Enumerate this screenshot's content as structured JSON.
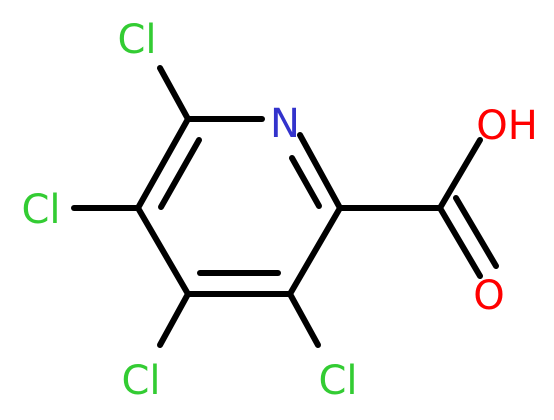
{
  "molecule": {
    "atoms": [
      {
        "id": "cl-6",
        "label": "Cl",
        "color": "#33cc33"
      },
      {
        "id": "n-1",
        "label": "N",
        "color": "#3333cc"
      },
      {
        "id": "o-hydroxyl",
        "label": "OH",
        "color": "#ff0000"
      },
      {
        "id": "cl-5",
        "label": "Cl",
        "color": "#33cc33"
      },
      {
        "id": "o-carbonyl",
        "label": "O",
        "color": "#ff0000"
      },
      {
        "id": "cl-4",
        "label": "Cl",
        "color": "#33cc33"
      },
      {
        "id": "cl-3",
        "label": "Cl",
        "color": "#33cc33"
      }
    ],
    "bond_color": "#000000"
  }
}
